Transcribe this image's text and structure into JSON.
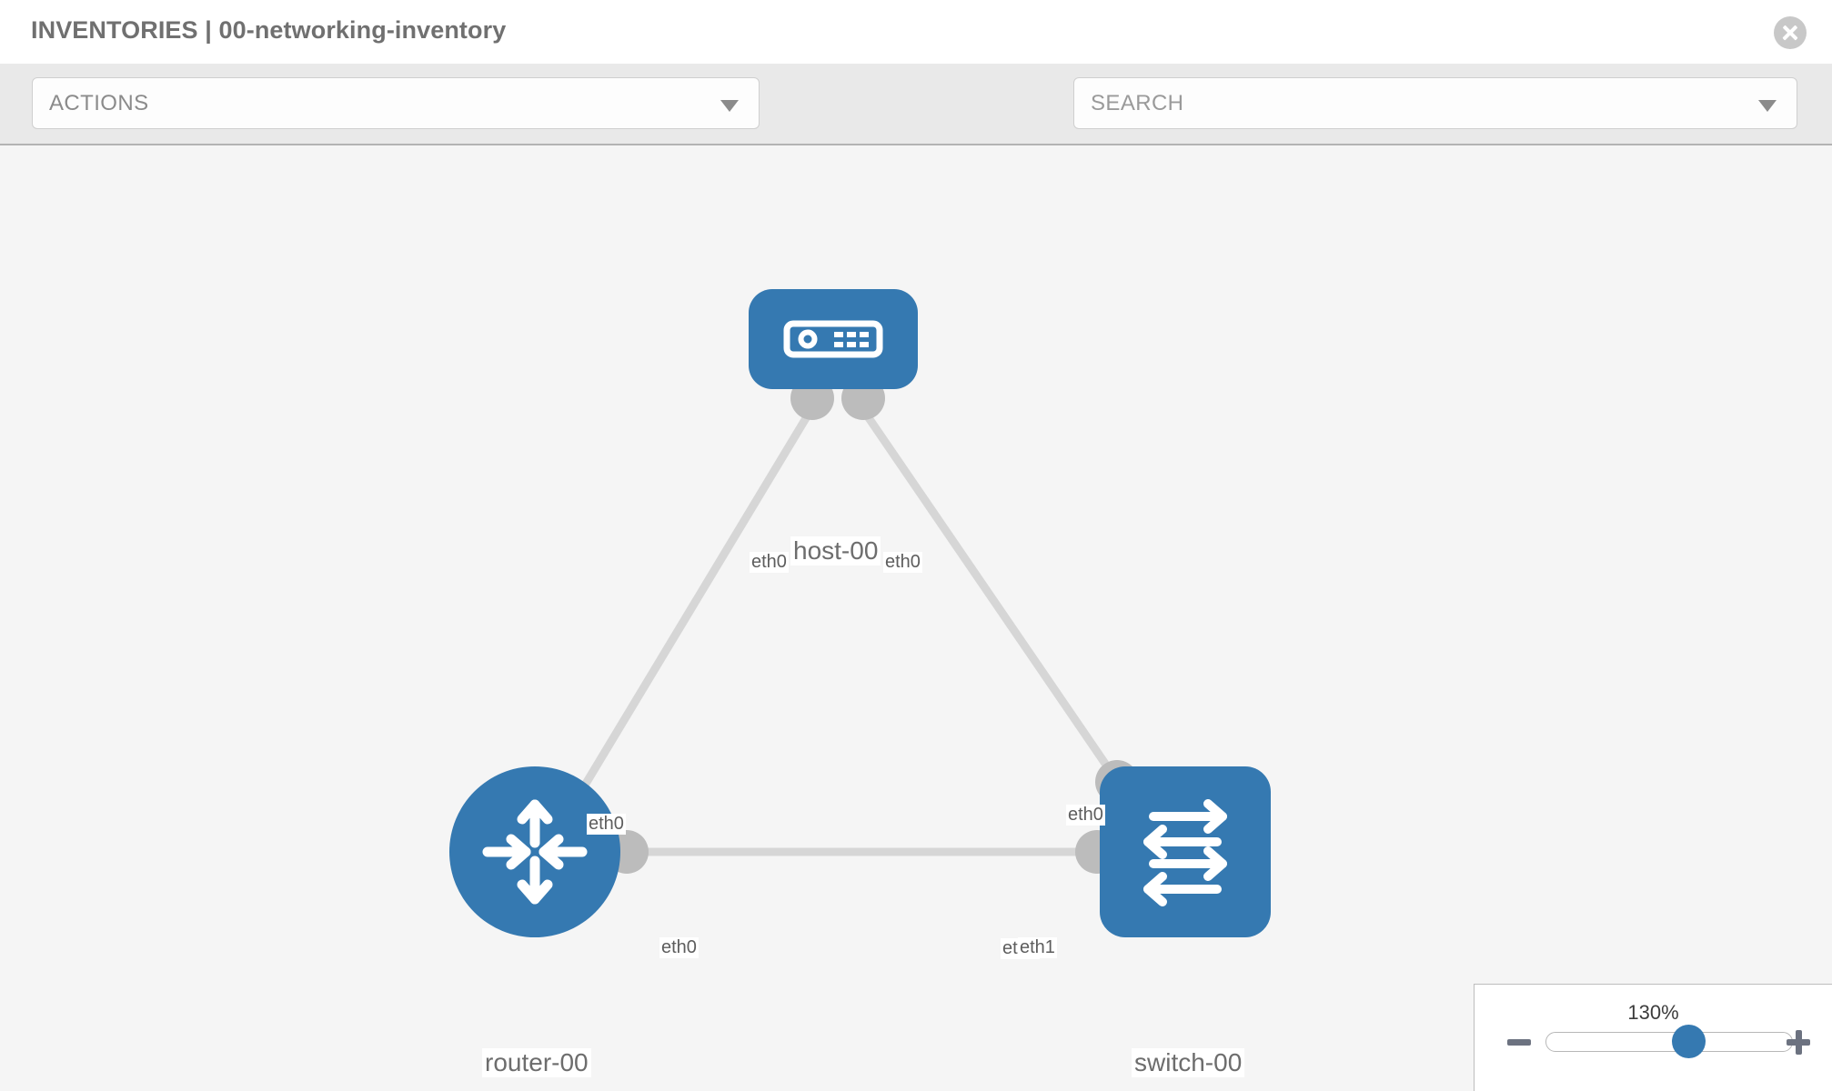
{
  "header": {
    "title": "INVENTORIES | 00-networking-inventory",
    "close_icon": "close-circle-icon"
  },
  "toolbar": {
    "actions_label": "ACTIONS",
    "actions_caret": "chevron-down-icon",
    "wrench_icon": "wrench-icon",
    "key_icon": "key-icon",
    "search_placeholder": "SEARCH",
    "search_value": "",
    "search_caret": "chevron-down-icon"
  },
  "topology": {
    "nodes": [
      {
        "id": "host-00",
        "label": "host-00",
        "type": "host",
        "icon": "server-icon",
        "color": "#3579b1"
      },
      {
        "id": "router-00",
        "label": "router-00",
        "type": "router",
        "icon": "router-arrows-icon",
        "color": "#3579b1"
      },
      {
        "id": "switch-00",
        "label": "switch-00",
        "type": "switch",
        "icon": "switch-arrows-icon",
        "color": "#3579b1"
      }
    ],
    "links": [
      {
        "from": "router-00",
        "to": "host-00",
        "from_interface": "eth0",
        "to_interface": "eth0"
      },
      {
        "from": "host-00",
        "to": "switch-00",
        "from_interface": "eth0",
        "to_interface": "eth0"
      },
      {
        "from": "router-00",
        "to": "switch-00",
        "from_interface": "eth0",
        "to_interface": "eth1"
      }
    ],
    "interface_labels": {
      "host_left": "eth0",
      "host_right": "eth0",
      "router_uplink": "eth0",
      "switch_uplink": "eth0",
      "router_horizontal": "eth0",
      "switch_horizontal_under": "eth0",
      "switch_horizontal_over": "eth1"
    },
    "edge_color": "#d6d6d6",
    "connector_color": "#bcbcbc"
  },
  "zoom_control": {
    "level": "130%",
    "minus_label": "minus-icon",
    "plus_label": "plus-icon",
    "slider_position_percent": 58
  }
}
